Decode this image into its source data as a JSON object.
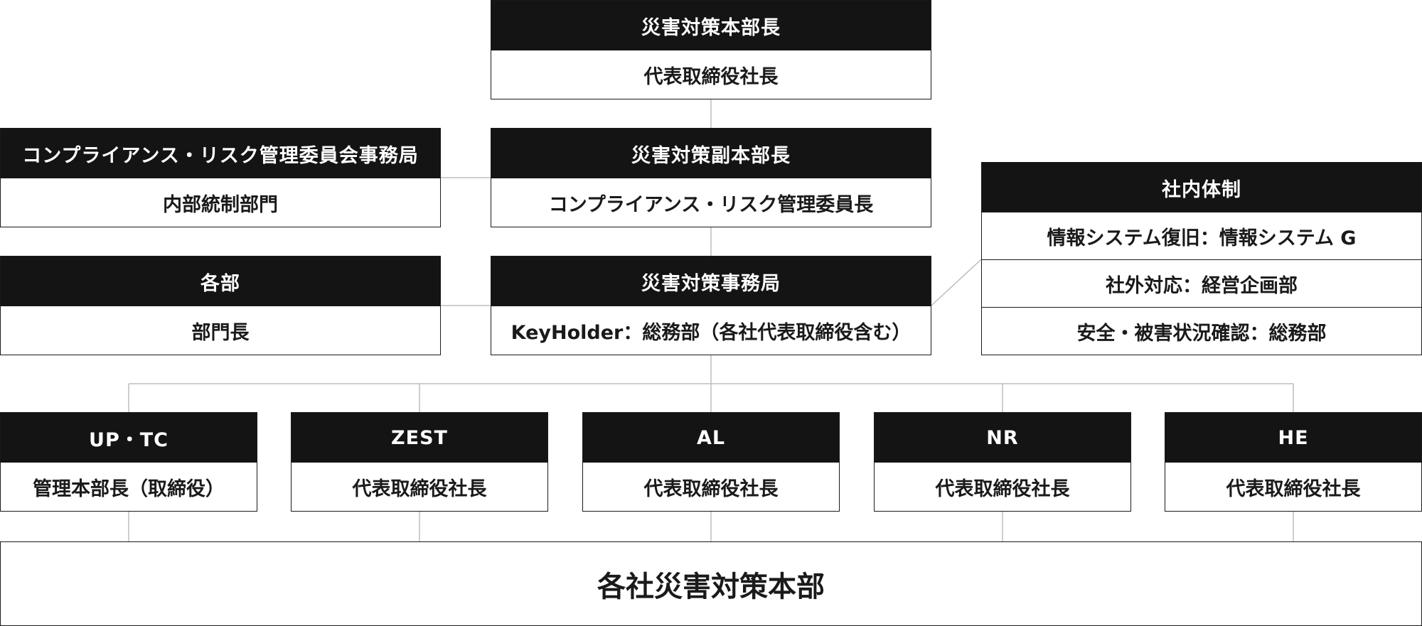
{
  "hq": {
    "title": "災害対策本部長",
    "member": "代表取締役社長"
  },
  "compliance_office": {
    "title": "コンプライアンス・リスク管理委員会事務局",
    "member": "内部統制部門"
  },
  "deputy": {
    "title": "災害対策副本部長",
    "member": "コンプライアンス・リスク管理委員長"
  },
  "departments": {
    "title": "各部",
    "member": "部門長"
  },
  "secretariat": {
    "title": "災害対策事務局",
    "member": "KeyHolder：総務部（各社代表取締役含む）"
  },
  "internal": {
    "title": "社内体制",
    "rows": [
      "情報システム復旧：情報システム G",
      "社外対応：経営企画部",
      "安全・被害状況確認：総務部"
    ]
  },
  "companies": [
    {
      "title": "UP・TC",
      "member": "管理本部長（取締役）"
    },
    {
      "title": "ZEST",
      "member": "代表取締役社長"
    },
    {
      "title": "AL",
      "member": "代表取締役社長"
    },
    {
      "title": "NR",
      "member": "代表取締役社長"
    },
    {
      "title": "HE",
      "member": "代表取締役社長"
    }
  ],
  "bottom": {
    "label": "各社災害対策本部"
  }
}
